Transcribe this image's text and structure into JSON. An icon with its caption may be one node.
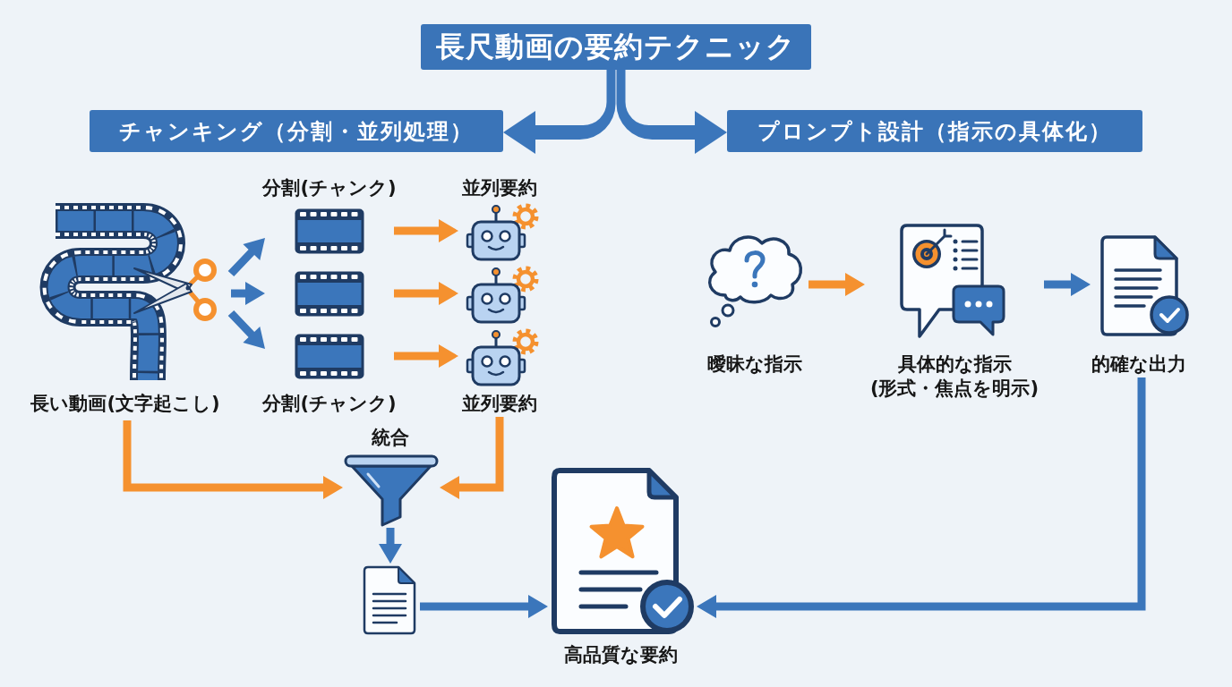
{
  "diagram": {
    "nodes": [
      {
        "text": [
          "長尺動画の要約テクニック"
        ]
      },
      {
        "text": [
          "チャンキング（分割・並列処理）"
        ]
      },
      {
        "text": [
          "プロンプト設計（指示の具体化）"
        ]
      },
      {
        "text": [
          "長い動画(文字起こし)"
        ]
      },
      {
        "text": [
          "分割(チャンク)"
        ]
      },
      {
        "text": [],
        "shape": "picture"
      },
      {
        "text": [
          "分割(チャンク)"
        ]
      },
      {
        "text": [
          "並列要約"
        ]
      },
      {
        "text": [],
        "shape": "picture"
      },
      {
        "text": [
          "並列要約"
        ]
      },
      {
        "text": [
          "曖昧な指示"
        ]
      },
      {
        "text": [
          "具体的な指示 (形式・焦点を明示)"
        ]
      },
      {
        "text": [
          "的確な出力"
        ]
      },
      {
        "text": [
          "統合"
        ]
      },
      {
        "text": [],
        "shape": "picture"
      },
      {
        "text": [
          "高品質な要約"
        ]
      }
    ],
    "edges": [
      {
        "from": 0,
        "to": 1,
        "arrow": "to",
        "style": "thick"
      },
      {
        "from": 0,
        "to": 2,
        "arrow": "to",
        "style": "thick"
      },
      {
        "from": 3,
        "to": 4,
        "arrow": "to"
      },
      {
        "from": 3,
        "to": 5,
        "arrow": "to"
      },
      {
        "from": 3,
        "to": 6,
        "arrow": "to"
      },
      {
        "from": 4,
        "to": 7,
        "arrow": "to",
        "color": "#f5912f"
      },
      {
        "from": 5,
        "to": 8,
        "arrow": "to",
        "color": "#f5912f"
      },
      {
        "from": 6,
        "to": 9,
        "arrow": "to",
        "color": "#f5912f"
      },
      {
        "from": 3,
        "to": 13,
        "arrow": "to",
        "color": "#f5912f"
      },
      {
        "from": 9,
        "to": 13,
        "arrow": "to",
        "color": "#f5912f"
      },
      {
        "from": 13,
        "to": 14,
        "arrow": "to"
      },
      {
        "from": 14,
        "to": 15,
        "arrow": "to"
      },
      {
        "from": 10,
        "to": 11,
        "arrow": "to",
        "color": "#f5912f"
      },
      {
        "from": 11,
        "to": 12,
        "arrow": "to"
      },
      {
        "from": 12,
        "to": 15,
        "arrow": "to"
      }
    ]
  }
}
